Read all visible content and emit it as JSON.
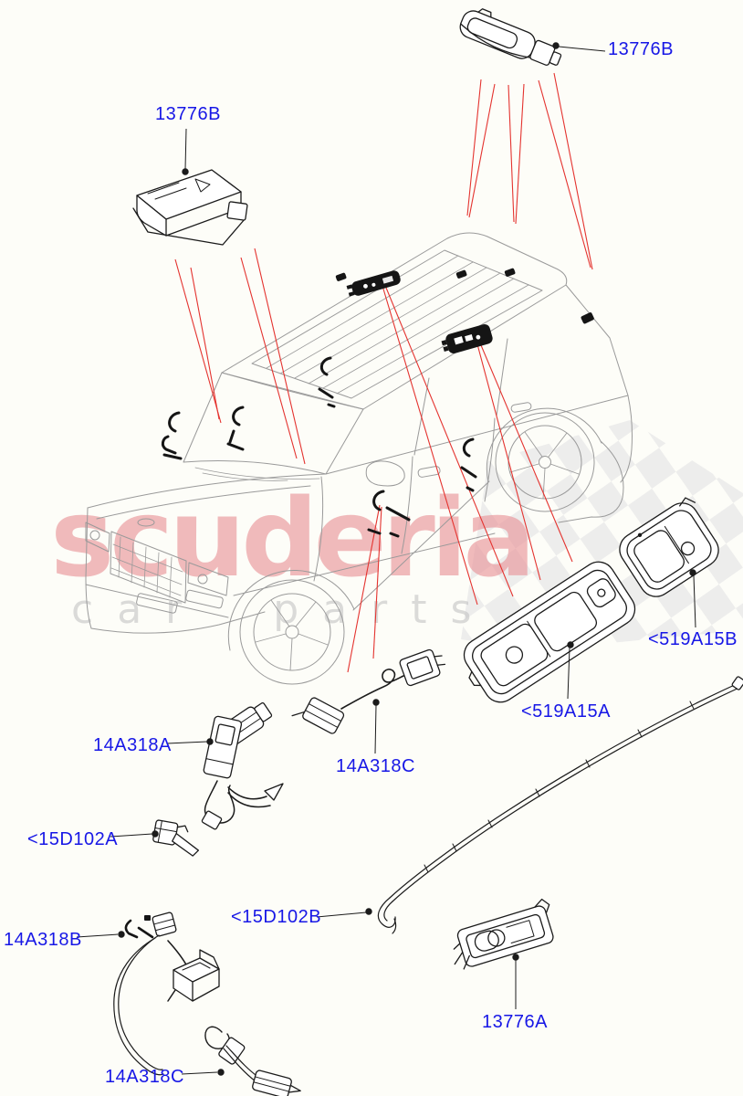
{
  "watermark": {
    "brand": "scuderia",
    "subtitle": "car parts"
  },
  "labels": [
    {
      "id": "13776B-top",
      "text": "13776B"
    },
    {
      "id": "13776B-left",
      "text": "13776B"
    },
    {
      "id": "14A318A",
      "text": "14A318A"
    },
    {
      "id": "14A318C-mid",
      "text": "14A318C"
    },
    {
      "id": "15D102A",
      "text": "<15D102A"
    },
    {
      "id": "14A318B",
      "text": "14A318B"
    },
    {
      "id": "15D102B",
      "text": "<15D102B"
    },
    {
      "id": "13776A",
      "text": "13776A"
    },
    {
      "id": "519A15A",
      "text": "<519A15A"
    },
    {
      "id": "519A15B",
      "text": "<519A15B"
    },
    {
      "id": "14A318C-bot",
      "text": "14A318C"
    }
  ],
  "colors": {
    "label_blue": "#1717e6",
    "callout_red": "#e4332f",
    "car_line_gray": "#9a9a9a",
    "part_line_black": "#1b1b1b",
    "watermark_pink": "#e98f94",
    "watermark_gray": "#bfbfbf",
    "checker_gray": "#e9e9e9"
  }
}
